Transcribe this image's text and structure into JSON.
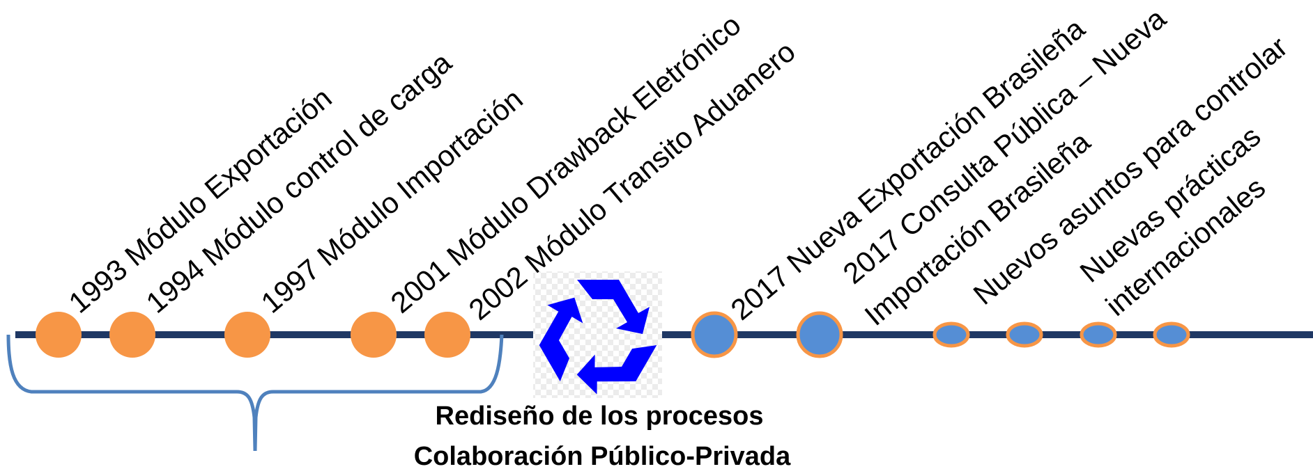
{
  "colors": {
    "timeline": "#1f3864",
    "past_dot_fill": "#f79646",
    "recent_dot_fill": "#558ed5",
    "dot_outline": "#f79646",
    "bracket": "#4f81bd",
    "recycle_icon": "#0000ff",
    "checker_light": "#ffffff",
    "checker_dark": "#ececec"
  },
  "milestones": [
    {
      "label": "1993 Módulo Exportación",
      "kind": "past"
    },
    {
      "label": "1994 Módulo control de carga",
      "kind": "past"
    },
    {
      "label": "1997  Módulo Importación",
      "kind": "past"
    },
    {
      "label": "2001 Módulo Drawback Eletrónico",
      "kind": "past"
    },
    {
      "label": "2002 Módulo Transito Aduanero",
      "kind": "past"
    },
    {
      "label": "2017 Nueva Exportación Brasileña",
      "kind": "recent"
    },
    {
      "label": "2017 Consulta Pública – Nueva",
      "label2": "Importación Brasileña",
      "kind": "recent"
    },
    {
      "label": "Nuevos asuntos para controlar",
      "kind": "future"
    },
    {
      "label": "Nuevas prácticas",
      "label2": "internacionales",
      "kind": "future"
    },
    {
      "label": "",
      "kind": "future"
    }
  ],
  "center_icon": "recycle-icon",
  "caption": {
    "line1": "Rediseño de los procesos",
    "line2": "Colaboración Público-Privada"
  }
}
